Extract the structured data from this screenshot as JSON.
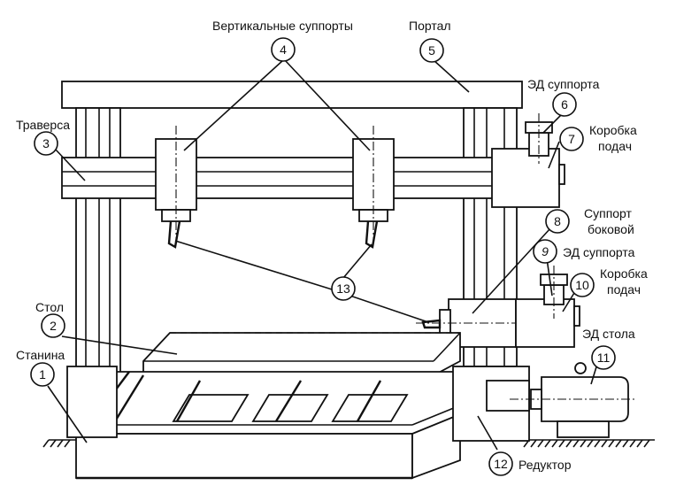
{
  "labels": {
    "vertical_supports": "Вертикальные суппорты",
    "portal": "Портал",
    "ed_support_top": "ЭД суппорта",
    "traverse": "Траверса",
    "feed_box_top_line1": "Коробка",
    "feed_box_top_line2": "подач",
    "side_support_line1": "Суппорт",
    "side_support_line2": "боковой",
    "ed_support_side": "ЭД суппорта",
    "feed_box_side_line1": "Коробка",
    "feed_box_side_line2": "подач",
    "table": "Стол",
    "ed_table": "ЭД стола",
    "bed": "Станина",
    "reducer": "Редуктор"
  },
  "callouts": {
    "n1": "1",
    "n2": "2",
    "n3": "3",
    "n4": "4",
    "n5": "5",
    "n6": "6",
    "n7": "7",
    "n8": "8",
    "n9": "9",
    "n10": "10",
    "n11": "11",
    "n12": "12",
    "n13": "13"
  }
}
